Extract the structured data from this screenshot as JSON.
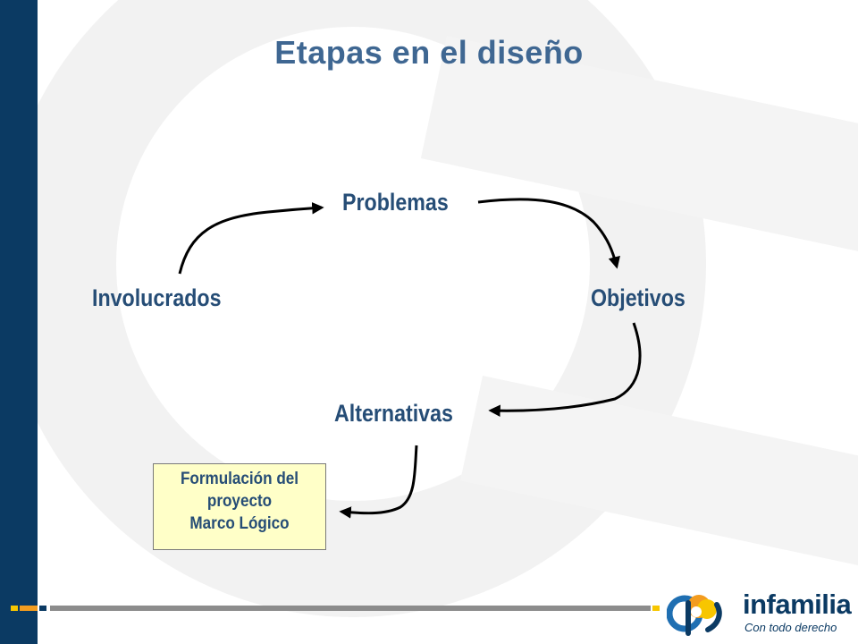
{
  "slide": {
    "title": "Etapas en el diseño"
  },
  "diagram": {
    "nodes": {
      "problemas": "Problemas",
      "involucrados": "Involucrados",
      "objetivos": "Objetivos",
      "alternativas": "Alternativas"
    },
    "result_box": {
      "line1": "Formulación del",
      "line2": "proyecto",
      "line3": "Marco Lógico"
    }
  },
  "brand": {
    "name": "infamilia",
    "tagline": "Con todo derecho"
  },
  "colors": {
    "sidebar": "#0b3a63",
    "title": "#3f6792",
    "node_text": "#264d76",
    "box_fill": "#ffffc8",
    "accent_orange": "#f39c1f",
    "accent_yellow": "#f7c600"
  }
}
